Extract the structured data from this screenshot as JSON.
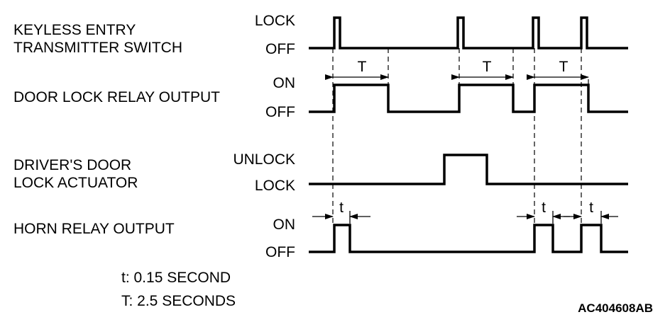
{
  "signals": [
    {
      "id": "transmitter",
      "name_lines": [
        "KEYLESS ENTRY",
        "TRANSMITTER SWITCH"
      ],
      "high_label": "LOCK",
      "low_label": "OFF"
    },
    {
      "id": "door-lock-relay",
      "name_lines": [
        "DOOR LOCK RELAY OUTPUT"
      ],
      "high_label": "ON",
      "low_label": "OFF"
    },
    {
      "id": "door-actuator",
      "name_lines": [
        "DRIVER'S DOOR",
        "LOCK ACTUATOR"
      ],
      "high_label": "UNLOCK",
      "low_label": "LOCK"
    },
    {
      "id": "horn-relay",
      "name_lines": [
        "HORN RELAY OUTPUT"
      ],
      "high_label": "ON",
      "low_label": "OFF"
    }
  ],
  "timing_labels": {
    "long": "T",
    "short": "t"
  },
  "notes": [
    "t: 0.15 SECOND",
    "T: 2.5 SECONDS"
  ],
  "figure_id": "AC404608AB"
}
